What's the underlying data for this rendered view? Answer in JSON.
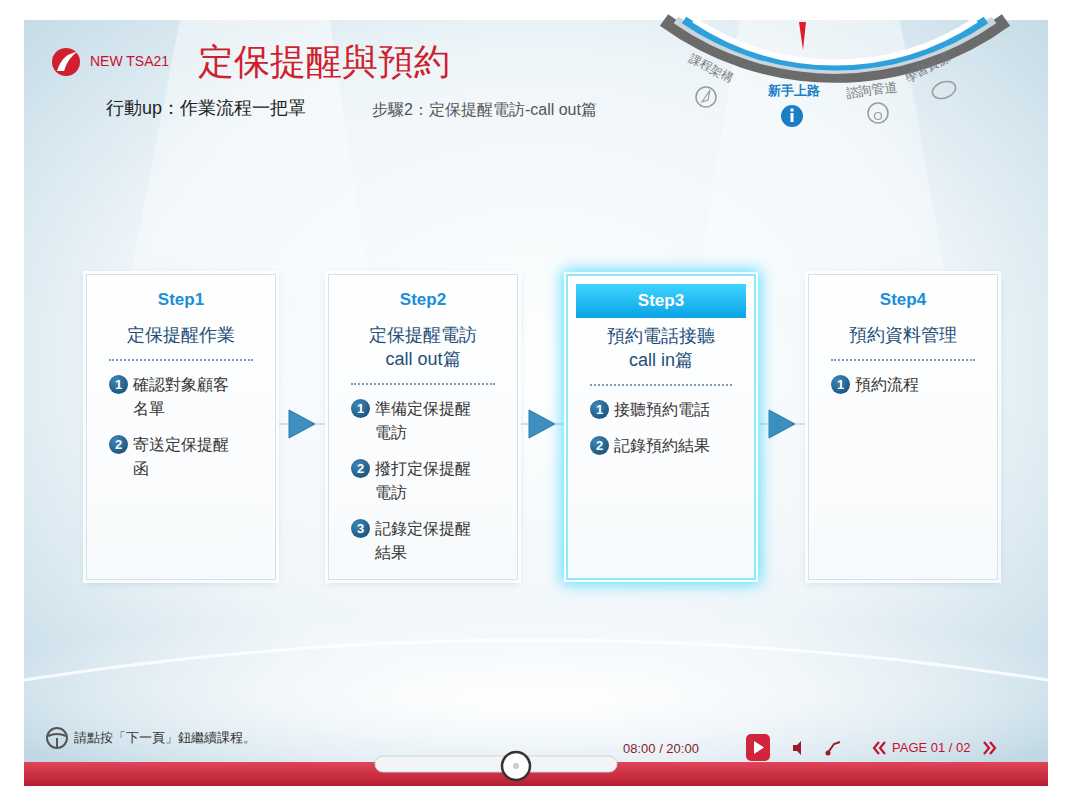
{
  "diagram": {
    "title": "定保提醒與預約",
    "nodes": [
      {
        "text": [
          "Step1",
          "定保提醒作業",
          "1",
          "確認對象顧客名單",
          "2",
          "寄送定保提醒函"
        ]
      },
      {
        "text": [
          "Step2",
          "定保提醒電訪 call out篇",
          "1",
          "準備定保提醒電訪",
          "2",
          "撥打定保提醒電訪",
          "3",
          "記錄定保提醒結果"
        ]
      },
      {
        "text": [
          "Step3",
          "預約電話接聽 call in篇",
          "1",
          "接聽預約電話",
          "2",
          "記錄預約結果"
        ]
      },
      {
        "text": [
          "Step4",
          "預約資料管理",
          "1",
          "預約流程"
        ]
      }
    ],
    "edges": [
      {
        "from": 0,
        "to": 1,
        "arrow": "to"
      },
      {
        "from": 1,
        "to": 2,
        "arrow": "to"
      },
      {
        "from": 2,
        "to": 3,
        "arrow": "to"
      }
    ],
    "labels": [
      "NEW TSA21",
      "行動up：作業流程一把罩",
      "步驟2：定保提醒電訪-call out篇",
      "課程架構",
      "新手上路",
      "諮詢管道",
      "學習資源",
      "請點按「下一頁」鈕繼續課程。",
      "08:00 / 20:00",
      "PAGE 01 / 02"
    ]
  }
}
